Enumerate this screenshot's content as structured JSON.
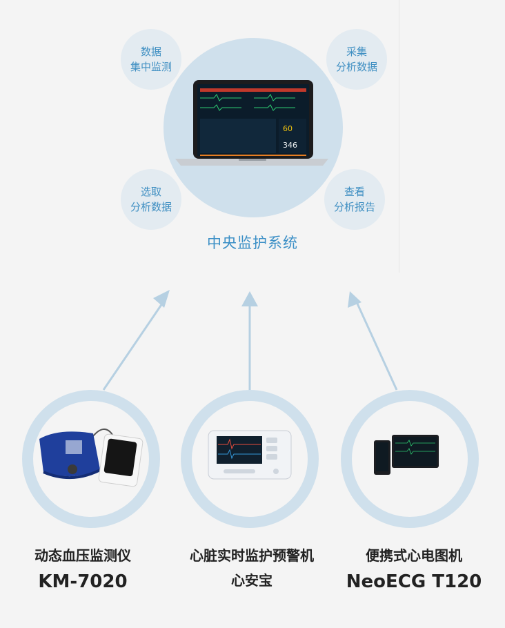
{
  "central": {
    "label": "中央监护系统"
  },
  "bubbles": {
    "top_left": [
      "数据",
      "集中监测"
    ],
    "top_right": [
      "采集",
      "分析数据"
    ],
    "bottom_left": [
      "选取",
      "分析数据"
    ],
    "bottom_right": [
      "查看",
      "分析报告"
    ]
  },
  "monitor_screen": {
    "value_a": "60",
    "value_b": "346"
  },
  "devices": [
    {
      "name": "动态血压监测仪",
      "model": "KM-7020"
    },
    {
      "name": "心脏实时监护预警机",
      "model": "心安宝"
    },
    {
      "name": "便携式心电图机",
      "model": "NeoECG T120"
    }
  ],
  "colors": {
    "accent": "#3b8fc6",
    "bubble_bg": "#e3ebf1",
    "ring": "#cfe0ec",
    "background": "#f4f4f4"
  }
}
